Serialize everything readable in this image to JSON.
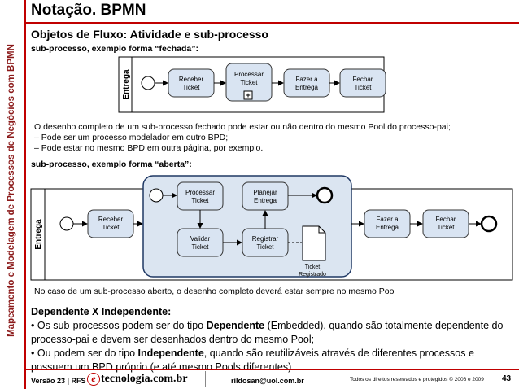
{
  "sidebar": {
    "text": "Mapeamento e Modelagem de Processos de Negócios com BPMN"
  },
  "header": {
    "title": "Notação. BPMN"
  },
  "subtitle": "Objetos de Fluxo: Atividade e sub-processo",
  "closed": {
    "label": "sub-processo, exemplo forma “fechada”:",
    "pool": "Entrega",
    "tasks": {
      "receber": [
        "Receber",
        "Ticket"
      ],
      "processar": [
        "Processar",
        "Ticket"
      ],
      "fazer": [
        "Fazer a",
        "Entrega"
      ],
      "fechar": [
        "Fechar",
        "Ticket"
      ]
    },
    "collapse_marker": "+"
  },
  "paragraph1": [
    "O desenho completo de um sub-processo fechado pode estar ou não dentro do mesmo Pool do processo-pai;",
    "– Pode ser um processo modelador em outro BPD;",
    "– Pode estar no mesmo BPD em outra página, por exemplo."
  ],
  "open": {
    "label": "sub-processo, exemplo forma “aberta”:",
    "pool": "Entrega",
    "tasks": {
      "receber": [
        "Receber",
        "Ticket"
      ],
      "processar": [
        "Processar",
        "Ticket"
      ],
      "planejar": [
        "Planejar",
        "Entrega"
      ],
      "validar": [
        "Validar",
        "Ticket"
      ],
      "registrar": [
        "Registrar",
        "Ticket"
      ],
      "fazer": [
        "Fazer a",
        "Entrega"
      ],
      "fechar": [
        "Fechar",
        "Ticket"
      ]
    },
    "artifact": [
      "Ticket",
      "Registrado"
    ]
  },
  "paragraph2": "No caso de um sub-processo aberto, o desenho  completo deverá estar sempre no mesmo Pool",
  "section": {
    "heading": "Dependente X Independente:",
    "b1_pre": "• Os sub-processos podem ser do tipo ",
    "b1_bold": "Dependente",
    "b1_post": " (Embedded), quando são totalmente dependente do processo-pai e devem ser desenhados dentro do mesmo Pool;",
    "b2_pre": "• Ou podem ser do tipo ",
    "b2_bold": "Independente",
    "b2_post": ", quando são reutilizáveis através de diferentes processos e possuem um BPD próprio (e até mesmo Pools diferentes)"
  },
  "footer": {
    "version": "Versão 23 | RFS",
    "logo_letter": "e",
    "logo_text": "tecnologia.com.br",
    "email": "rildosan@uol.com.br",
    "rights": "Todos os direitos reservados e protegidos © 2006 e 2009",
    "page": "43"
  },
  "colors": {
    "accent": "#c00000",
    "task_fill": "#d9e4f2",
    "subprocess_fill": "#dbe5f1"
  }
}
